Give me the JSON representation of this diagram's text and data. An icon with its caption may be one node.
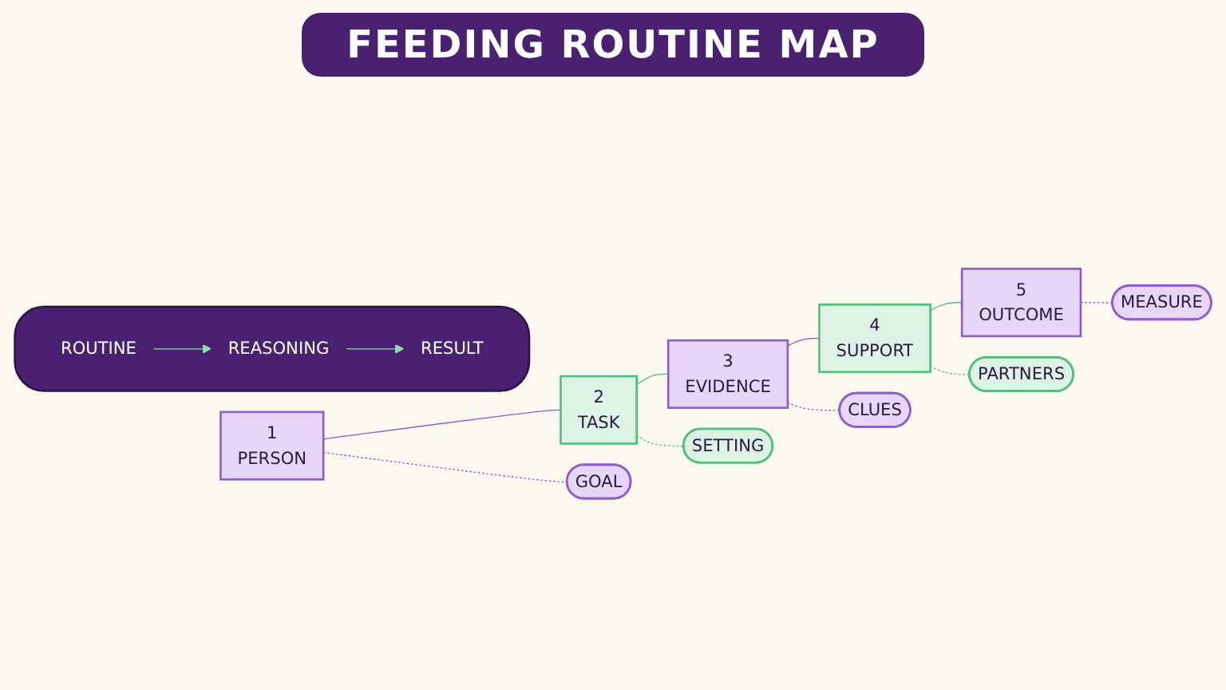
{
  "diagram": {
    "title": "FEEDING ROUTINE MAP",
    "nodes": [
      {
        "text": [
          "1",
          "PERSON"
        ]
      },
      {
        "text": [
          "2",
          "TASK"
        ]
      },
      {
        "text": [
          "3",
          "EVIDENCE"
        ]
      },
      {
        "text": [
          "4",
          "SUPPORT"
        ]
      },
      {
        "text": [
          "5",
          "OUTCOME"
        ]
      },
      {
        "text": [
          "GOAL"
        ]
      },
      {
        "text": [
          "SETTING"
        ]
      },
      {
        "text": [
          "CLUES"
        ]
      },
      {
        "text": [
          "PARTNERS"
        ]
      },
      {
        "text": [
          "MEASURE"
        ]
      },
      {
        "text": [],
        "shape": "bar"
      },
      {
        "text": [
          "ROUTINE"
        ],
        "in": 10
      },
      {
        "text": [
          "REASONING"
        ],
        "in": 10
      },
      {
        "text": [
          "RESULT"
        ],
        "in": 10
      }
    ],
    "edges": [
      {
        "from": 0,
        "to": 1,
        "arrow": "none",
        "color": "#8e5bd0"
      },
      {
        "from": 1,
        "to": 2,
        "arrow": "none",
        "color": "#4fbf80"
      },
      {
        "from": 2,
        "to": 3,
        "arrow": "none",
        "color": "#8e5bd0"
      },
      {
        "from": 3,
        "to": 4,
        "arrow": "none",
        "color": "#4fbf80"
      },
      {
        "from": 0,
        "to": 5,
        "arrow": "none",
        "style": "dashed",
        "color": "#8e5bd0"
      },
      {
        "from": 1,
        "to": 6,
        "arrow": "none",
        "style": "dashed",
        "color": "#4fbf80"
      },
      {
        "from": 2,
        "to": 7,
        "arrow": "none",
        "style": "dashed",
        "color": "#8e5bd0"
      },
      {
        "from": 3,
        "to": 8,
        "arrow": "none",
        "style": "dashed",
        "color": "#4fbf80"
      },
      {
        "from": 4,
        "to": 9,
        "arrow": "none",
        "style": "dashed",
        "color": "#8e5bd0"
      },
      {
        "from": 11,
        "to": 12,
        "arrow": "to",
        "color": "#8fdcaf"
      },
      {
        "from": 12,
        "to": 13,
        "arrow": "to",
        "color": "#8fdcaf"
      }
    ]
  }
}
